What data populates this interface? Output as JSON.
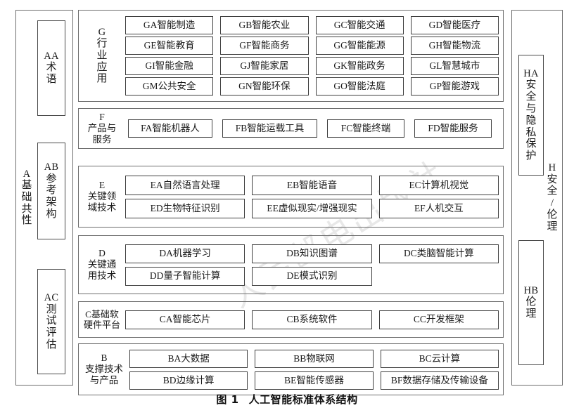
{
  "figure": {
    "caption_number": "图 1",
    "caption_title": "人工智能标准体系结构",
    "watermark_text": "人民邮电出版社"
  },
  "left_column": {
    "code": "A",
    "label_chars": [
      "A",
      "基",
      "础",
      "共",
      "性"
    ],
    "items": [
      {
        "code": "AA",
        "label_chars": [
          "AA",
          "术",
          "语"
        ]
      },
      {
        "code": "AB",
        "label_chars": [
          "AB",
          "参",
          "考",
          "架",
          "构"
        ]
      },
      {
        "code": "AC",
        "label_chars": [
          "AC",
          "测",
          "试",
          "评",
          "估"
        ]
      }
    ]
  },
  "right_column": {
    "code": "H",
    "label_chars": [
      "H",
      "安",
      "全",
      "/",
      "伦",
      "理"
    ],
    "items": [
      {
        "code": "HA",
        "label_chars": [
          "HA",
          "安",
          "全",
          "与",
          "隐",
          "私",
          "保",
          "护"
        ]
      },
      {
        "code": "HB",
        "label_chars": [
          "HB",
          "伦",
          "理"
        ]
      }
    ]
  },
  "bands": [
    {
      "code": "G",
      "label": "G\n行\n业\n应\n用",
      "label_chars": [
        "G",
        "行",
        "业",
        "应",
        "用"
      ],
      "label_vertical": true,
      "rows": [
        [
          "GA智能制造",
          "GB智能农业",
          "GC智能交通",
          "GD智能医疗"
        ],
        [
          "GE智能教育",
          "GF智能商务",
          "GG智能能源",
          "GH智能物流"
        ],
        [
          "GI智能金融",
          "GJ智能家居",
          "GK智能政务",
          "GL智慧城市"
        ],
        [
          "GM公共安全",
          "GN智能环保",
          "GO智能法庭",
          "GP智能游戏"
        ]
      ]
    },
    {
      "code": "F",
      "label": "F\n产品与\n服务",
      "label_vertical": false,
      "rows": [
        [
          "FA智能机器人",
          "FB智能运载工具",
          "FC智能终端",
          "FD智能服务"
        ]
      ]
    },
    {
      "code": "E",
      "label": "E\n关键领\n域技术",
      "label_vertical": false,
      "rows": [
        [
          "EA自然语言处理",
          "EB智能语音",
          "EC计算机视觉"
        ],
        [
          "ED生物特征识别",
          "EE虚似现实/增强现实",
          "EF人机交互"
        ]
      ]
    },
    {
      "code": "D",
      "label": "D\n关键通\n用技术",
      "label_vertical": false,
      "rows": [
        [
          "DA机器学习",
          "DB知识图谱",
          "DC类脑智能计算"
        ],
        [
          "DD量子智能计算",
          "DE模式识别",
          ""
        ]
      ]
    },
    {
      "code": "C",
      "label": "C基础软\n硬件平台",
      "label_vertical": false,
      "rows": [
        [
          "CA智能芯片",
          "CB系统软件",
          "CC开发框架"
        ]
      ]
    },
    {
      "code": "B",
      "label": "B\n支撑技术\n与产品",
      "label_vertical": false,
      "rows": [
        [
          "BA大数据",
          "BB物联网",
          "BC云计算"
        ],
        [
          "BD边缘计算",
          "BE智能传感器",
          "BF数据存储及传输设备"
        ]
      ]
    }
  ],
  "colors": {
    "frame": "#6d6d6d",
    "cell_border": "#3f3f3f",
    "text": "#1a1a1a",
    "background": "#ffffff"
  }
}
